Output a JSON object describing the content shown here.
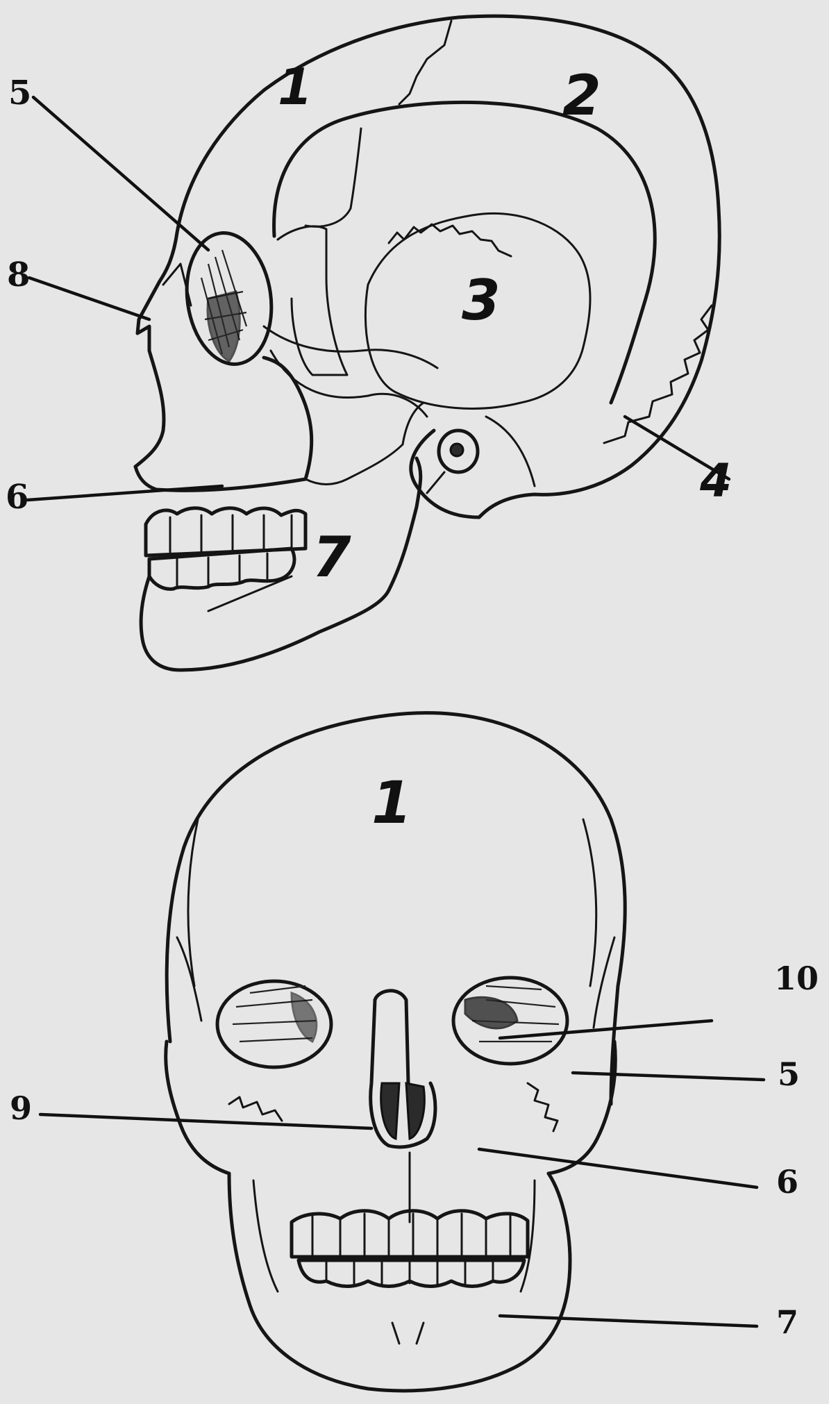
{
  "colors": {
    "paper": "#e6e6e6",
    "ink": "#151515"
  },
  "lateral_view": {
    "callouts": [
      "5",
      "8",
      "6",
      "4"
    ],
    "region_numbers": [
      "1",
      "2",
      "3",
      "7"
    ]
  },
  "frontal_view": {
    "region_numbers": [
      "1"
    ],
    "callouts": [
      "10",
      "5",
      "9",
      "6",
      "7"
    ]
  }
}
